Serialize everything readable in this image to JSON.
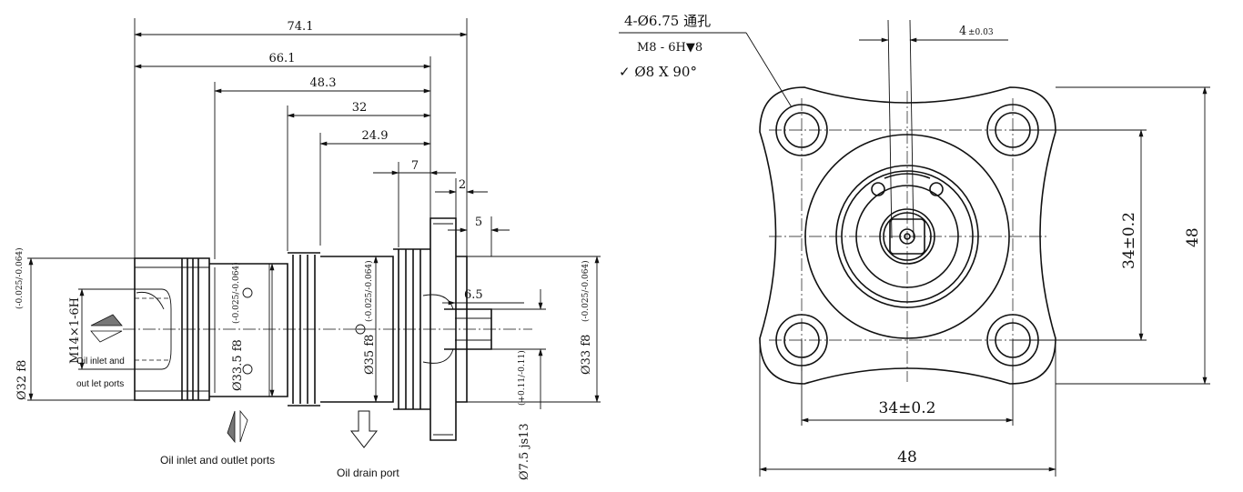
{
  "side_view": {
    "dims": {
      "overall_length": "74.1",
      "length_66": "66.1",
      "length_48": "48.3",
      "length_32": "32",
      "length_24": "24.9",
      "flange_7": "7",
      "flange_2": "2",
      "spigot_5": "5",
      "spigot_6": "6.5",
      "thread": "M14×1-6H"
    },
    "diameters": {
      "d32": {
        "label": "Ø32 f8",
        "tol": "(-0.025/-0.064)"
      },
      "d33_5": {
        "label": "Ø33.5 f8",
        "tol": "(-0.025/-0.064)"
      },
      "d35": {
        "label": "Ø35 f8",
        "tol": "(-0.025/-0.064)"
      },
      "d33": {
        "label": "Ø33 f8",
        "tol": "(-0.025/-0.064)"
      },
      "d7_5": {
        "label": "Ø7.5 js13",
        "tol": "(+0.11/-0.11)"
      }
    },
    "labels": {
      "port_a_line1": "Oil inlet and",
      "port_a_line2": "out let ports",
      "port_b": "Oil inlet and outlet ports",
      "drain": "Oil drain port"
    }
  },
  "front_view": {
    "callout": {
      "line1": "4-Ø6.75 通孔",
      "line2": "M8 - 6H▼8",
      "line3": "✓ Ø8 X 90°"
    },
    "dims": {
      "key_width": "4",
      "key_tol": "±0.03",
      "bolt_pitch_h": "34±0.2",
      "bolt_pitch_v": "34±0.2",
      "width": "48",
      "height": "48"
    }
  },
  "icons": [
    "bidirectional-flow-arrow-icon",
    "drain-arrow-icon",
    "countersink-symbol-icon"
  ]
}
